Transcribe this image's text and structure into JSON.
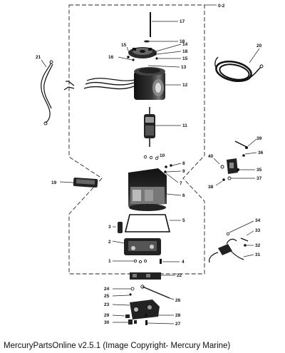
{
  "diagram": {
    "labels": [
      "0-2",
      "1",
      "2",
      "3",
      "4",
      "5",
      "6",
      "7",
      "8",
      "9",
      "10",
      "11",
      "12",
      "13",
      "14",
      "15",
      "16",
      "17",
      "18",
      "19",
      "20",
      "21",
      "22",
      "23",
      "24",
      "25",
      "26",
      "27",
      "28",
      "29",
      "30",
      "31",
      "32",
      "33",
      "34",
      "35",
      "36",
      "37",
      "38",
      "39",
      "40"
    ]
  },
  "footer": {
    "caption": "MercuryPartsOnline v2.5.1 (Image Copyright- Mercury Marine)"
  }
}
